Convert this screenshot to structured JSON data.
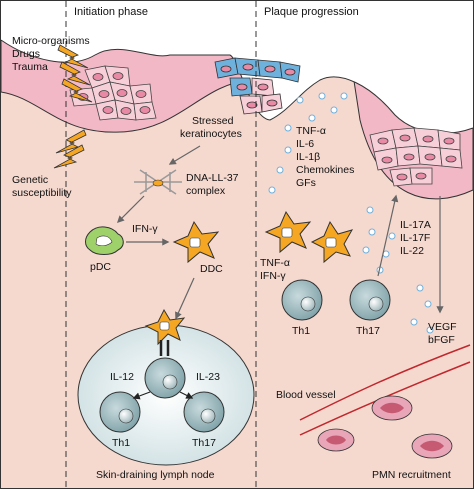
{
  "headers": {
    "initiation": "Initiation phase",
    "progression": "Plaque progression"
  },
  "triggers": [
    "Micro-organisms",
    "Drugs",
    "Trauma"
  ],
  "genetic": [
    "Genetic",
    "susceptibility"
  ],
  "stressed": [
    "Stressed",
    "keratinocytes"
  ],
  "complex": [
    "DNA-LL-37",
    "complex"
  ],
  "ifn_gamma": "IFN-γ",
  "pdc": "pDC",
  "ddc": "DDC",
  "lymph": {
    "il12": "IL-12",
    "il23": "IL-23",
    "th1": "Th1",
    "th17": "Th17",
    "title": "Skin-draining lymph node"
  },
  "cytokines_top": [
    "TNF-α",
    "IL-6",
    "IL-1β",
    "Chemokines",
    "GFs"
  ],
  "dc_cytokines": [
    "TNF-α",
    "IFN-γ"
  ],
  "th_right": {
    "th1": "Th1",
    "th17": "Th17"
  },
  "il17": [
    "IL-17A",
    "IL-17F",
    "IL-22"
  ],
  "growth": [
    "VEGF",
    "bFGF"
  ],
  "blood_vessel": "Blood vessel",
  "pmn": "PMN recruitment",
  "colors": {
    "skin": "#f5d9cf",
    "epidermis": "#f2b8c6",
    "keratinocyte_nucleus": "#e88aa5",
    "dc_orange": "#f5a623",
    "lymph_node": "#d8e6e8",
    "t_cell": "#a9c4c8",
    "pdc_green": "#9fd16a",
    "blue_cell": "#6fb1dd",
    "vessel_red": "#c1272d"
  }
}
